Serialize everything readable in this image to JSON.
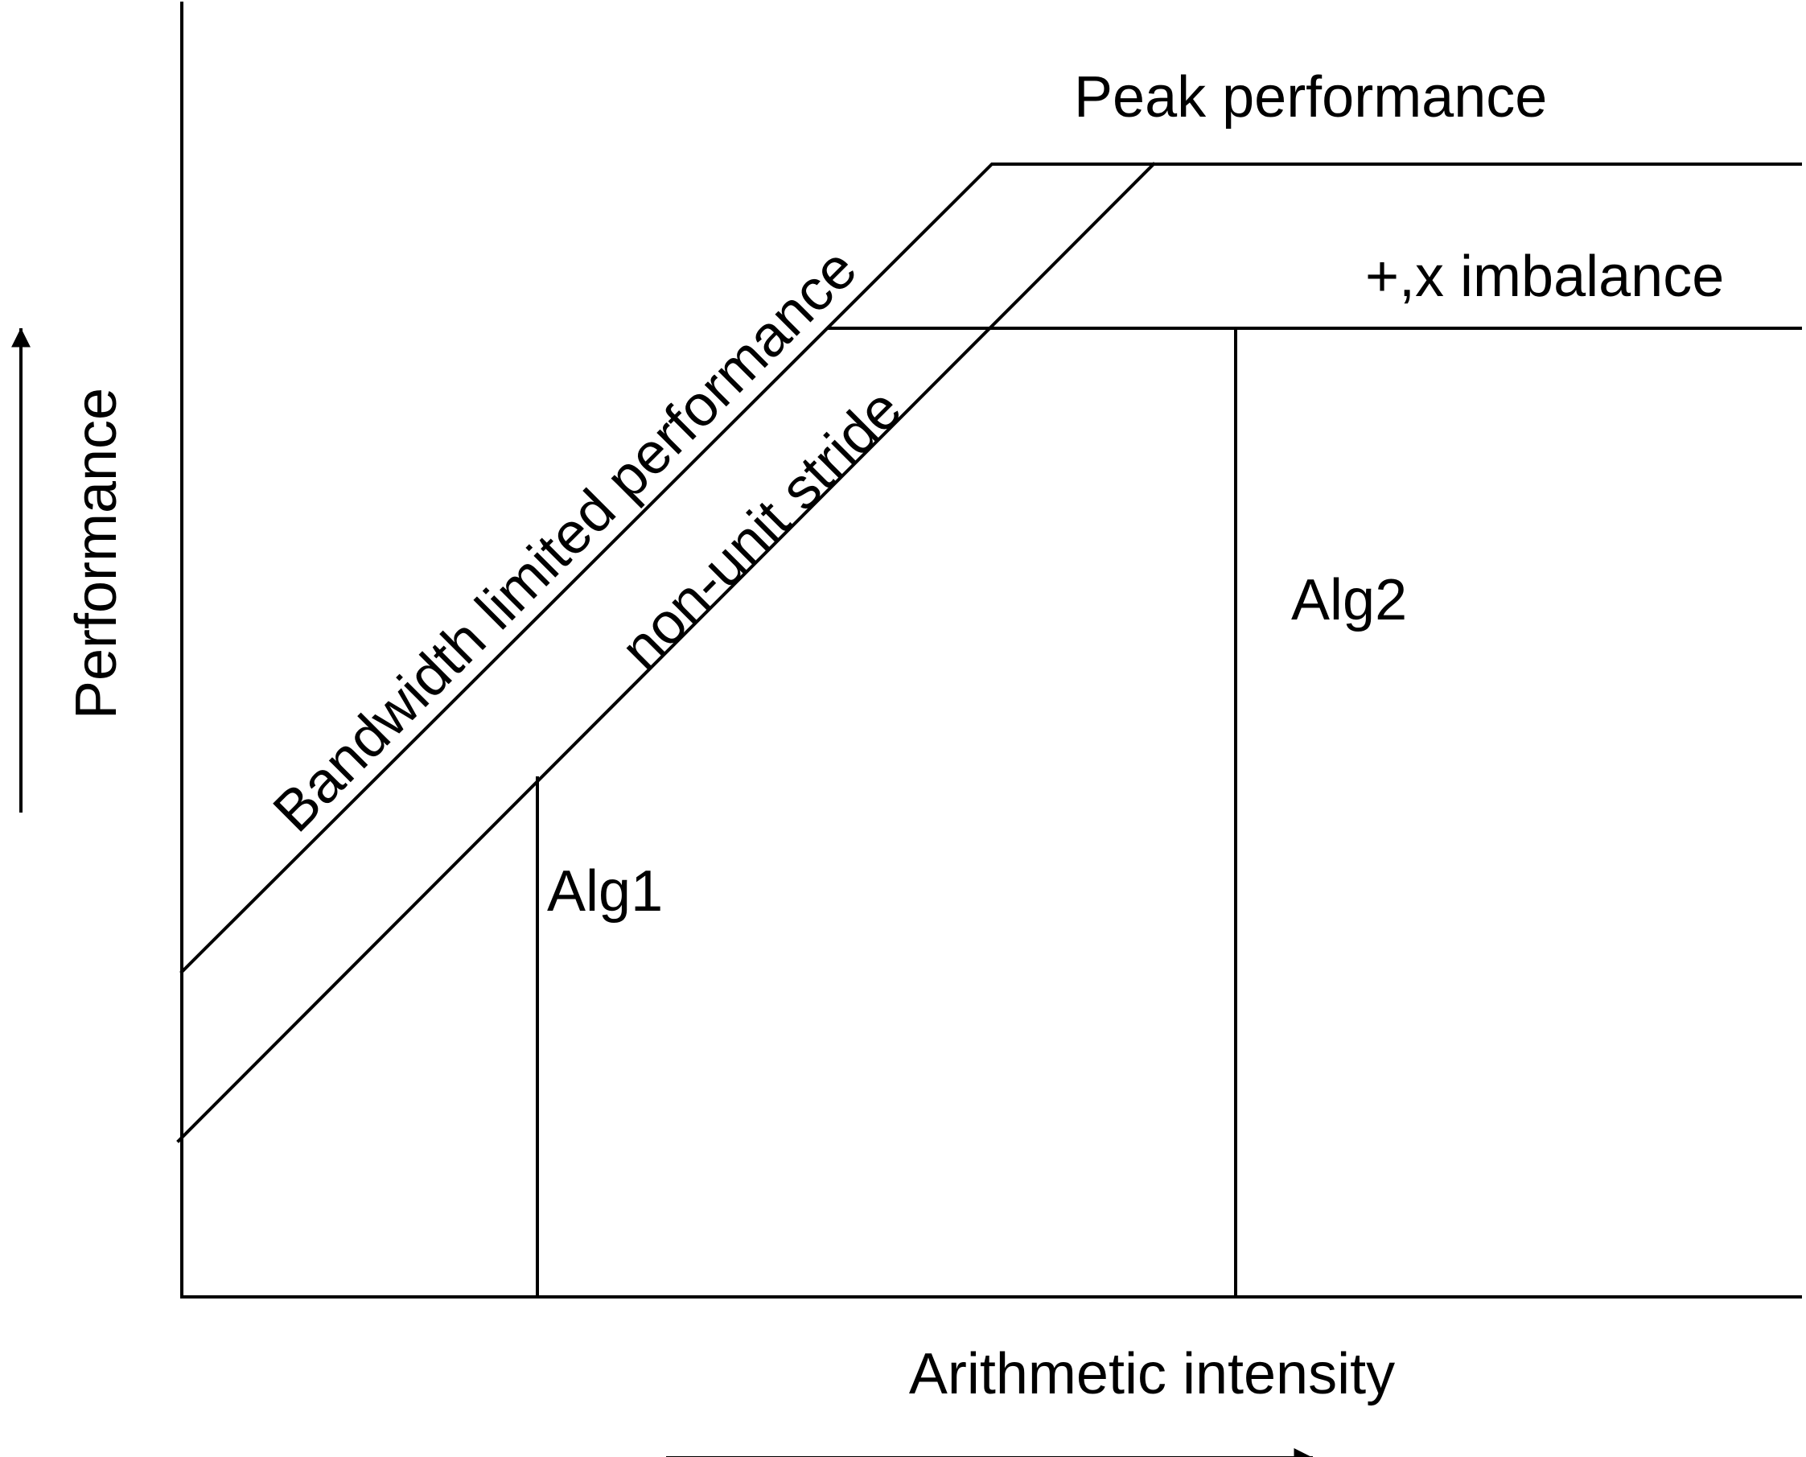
{
  "diagram": {
    "labels": {
      "peak_performance": "Peak performance",
      "imbalance": "+,x imbalance",
      "bandwidth_limited": "Bandwidth limited performance",
      "non_unit_stride": "non-unit stride",
      "alg1": "Alg1",
      "alg2": "Alg2",
      "y_axis": "Performance",
      "x_axis": "Arithmetic intensity"
    },
    "colors": {
      "line": "#000000",
      "background": "#ffffff"
    }
  }
}
